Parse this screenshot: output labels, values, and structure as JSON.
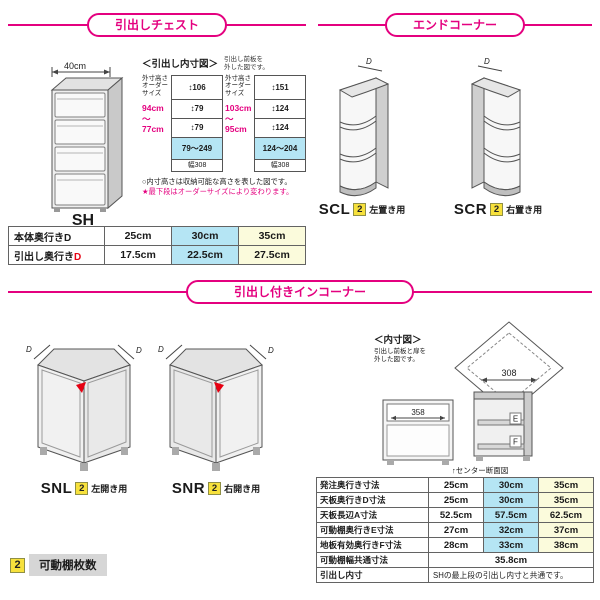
{
  "labels": {
    "d": "D"
  },
  "legend": {
    "badge": "2",
    "label": "可動棚枚数"
  },
  "chest": {
    "title": "引出しチェスト",
    "model": "SH",
    "width": "40cm",
    "diagram": {
      "title": "＜引出し内寸図＞",
      "note": "引出し前板を\n外した図です。",
      "order_label": "外寸高さ\nオーダー\nサイズ",
      "left": {
        "range": "94cm\n〜\n77cm",
        "cells": [
          "↕106",
          "↕79",
          "↕79",
          "79〜249"
        ],
        "width": "幅308"
      },
      "right": {
        "range": "103cm\n〜\n95cm",
        "cells": [
          "↕151",
          "↕124",
          "↕124",
          "124〜204"
        ],
        "width": "幅308"
      },
      "note1": "○内寸高さは収納可能な高さを表した図です。",
      "note2": "★最下段はオーダーサイズにより変わります。"
    },
    "table": {
      "rows": [
        {
          "label": "本体奥行き",
          "d": "D",
          "values": [
            "25cm",
            "30cm",
            "35cm"
          ]
        },
        {
          "label": "引出し奥行き",
          "d": "D",
          "values": [
            "17.5cm",
            "22.5cm",
            "27.5cm"
          ]
        }
      ]
    }
  },
  "end_corner": {
    "title": "エンドコーナー",
    "items": [
      {
        "model": "SCL",
        "badge": "2",
        "use": "左置き用"
      },
      {
        "model": "SCR",
        "badge": "2",
        "use": "右置き用"
      }
    ]
  },
  "in_corner": {
    "title": "引出し付きインコーナー",
    "items": [
      {
        "model": "SNL",
        "badge": "2",
        "use": "左開き用"
      },
      {
        "model": "SNR",
        "badge": "2",
        "use": "右開き用"
      }
    ],
    "diagram": {
      "title": "＜内寸図＞",
      "note": "引出し前板と扉を\n外した図です。",
      "plan_width": "308",
      "drawer_width": "358",
      "panels": [
        "E",
        "F"
      ],
      "caption": "↑センター断面図"
    },
    "table": {
      "rows": [
        {
          "label": "発注奥行き寸法",
          "values": [
            "25cm",
            "30cm",
            "35cm"
          ]
        },
        {
          "label": "天板奥行きD寸法",
          "values": [
            "25cm",
            "30cm",
            "35cm"
          ]
        },
        {
          "label": "天板長辺A寸法",
          "values": [
            "52.5cm",
            "57.5cm",
            "62.5cm"
          ]
        },
        {
          "label": "可動棚奥行きE寸法",
          "values": [
            "27cm",
            "32cm",
            "37cm"
          ]
        },
        {
          "label": "地板有効奥行きF寸法",
          "values": [
            "28cm",
            "33cm",
            "38cm"
          ]
        },
        {
          "label": "可動棚幅共通寸法",
          "value": "35.8cm"
        },
        {
          "label": "引出し内寸",
          "value": "SHの最上段の引出し内寸と共通です。"
        }
      ]
    }
  }
}
